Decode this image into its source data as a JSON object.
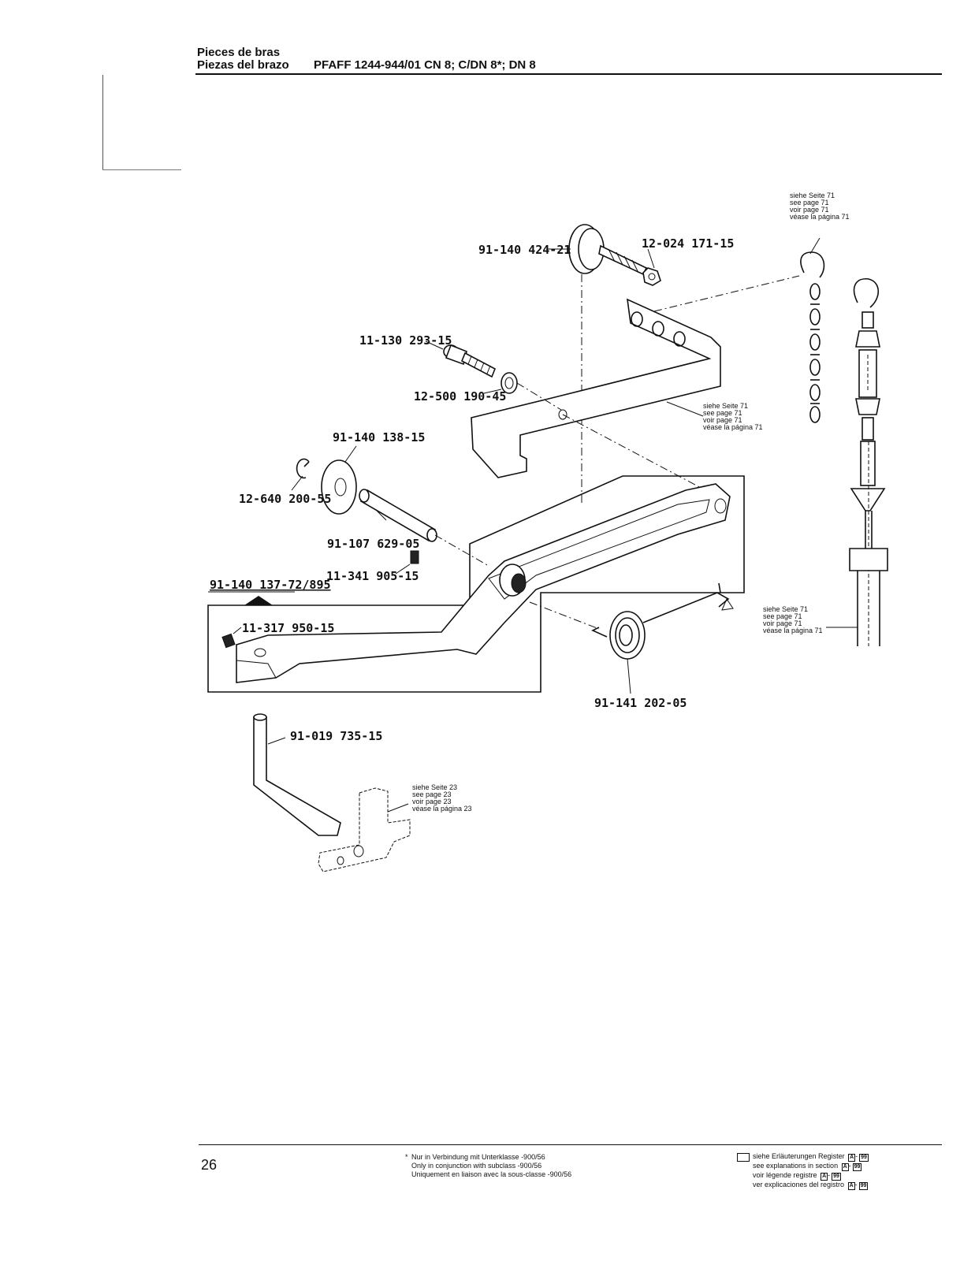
{
  "header": {
    "line1": "Pieces de bras",
    "line2_left": "Piezas del brazo",
    "line2_right": "PFAFF 1244-944/01 CN 8; C/DN 8*; DN 8"
  },
  "parts": {
    "p1": "91-140 424-21",
    "p2": "12-024 171-15",
    "p3": "11-130 293-15",
    "p4": "12-500 190-45",
    "p5": "91-140 138-15",
    "p6": "12-640 200-55",
    "p7": "91-107 629-05",
    "p8": "11-341 905-15",
    "p9": "91-140 137-72/895",
    "p10": "11-317 950-15",
    "p11": "91-141 202-05",
    "p12": "91-019 735-15"
  },
  "refs": {
    "see71_a": [
      "siehe Seite 71",
      "see page 71",
      "voir page 71",
      "véase la página 71"
    ],
    "see71_b": [
      "siehe Seite 71",
      "see page 71",
      "voir page 71",
      "véase la página 71"
    ],
    "see71_c": [
      "siehe Seite 71",
      "see page 71",
      "voir page 71",
      "véase la página 71"
    ],
    "see23": [
      "siehe Seite 23",
      "see page 23",
      "voir page 23",
      "véase la página 23"
    ]
  },
  "footer": {
    "page_number": "26",
    "star": "*",
    "note_lines": [
      "Nur in Verbindung mit Unterklasse -900/56",
      "Only in conjunction with subclass -900/56",
      "Uniquement en liaison avec la sous-classe -900/56"
    ],
    "legend_lines": [
      "siehe Erläuterungen Register",
      "see explanations in section",
      "voir légende registre",
      "ver explicaciones del registro"
    ],
    "legend_tag_a": "A",
    "legend_tag_b": "99"
  }
}
